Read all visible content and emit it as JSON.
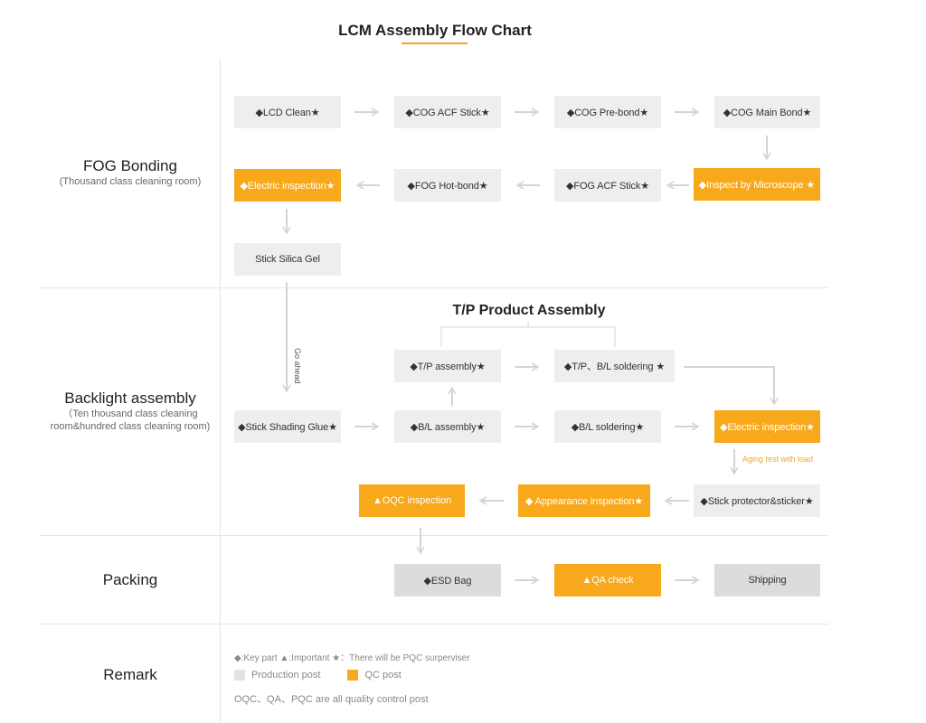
{
  "title": "LCM Assembly Flow Chart",
  "sections": {
    "fog": {
      "title": "FOG Bonding",
      "sub": "(Thousand class cleaning room)"
    },
    "backlight": {
      "title": "Backlight assembly",
      "sub1": "（Ten thousand class cleaning",
      "sub2": "room&hundred class cleaning room)"
    },
    "packing": {
      "title": "Packing"
    },
    "remark": {
      "title": "Remark"
    }
  },
  "steps": {
    "lcd_clean": "◆LCD Clean★",
    "cog_acf_stick": "◆COG ACF Stick★",
    "cog_pre_bond": "◆COG Pre-bond★",
    "cog_main_bond": "◆COG Main Bond★",
    "inspect_microscope": "◆Inspect by Microscope ★",
    "fog_acf_stick": "◆FOG ACF Stick★",
    "fog_hot_bond": "◆FOG Hot-bond★",
    "electric_inspection_1": "◆Electric inspection★",
    "stick_silica_gel": "Stick Silica Gel",
    "tp_assembly": "◆T/P assembly★",
    "tp_bl_soldering": "◆T/P、B/L soldering ★",
    "stick_shading_glue": "◆Stick Shading Glue★",
    "bl_assembly": "◆B/L assembly★",
    "bl_soldering": "◆B/L soldering★",
    "electric_inspection_2": "◆Electric inspection★",
    "stick_protector": "◆Stick protector&sticker★",
    "appearance_inspection": "◆ Appearance inspection★",
    "oqc_inspection": "▲OQC inspection",
    "esd_bag": "◆ESD Bag",
    "qa_check": "▲QA check",
    "shipping": "Shipping"
  },
  "tp_product_assembly": "T/P Product Assembly",
  "go_ahead": "Go ahead",
  "aging_test": "Aging test with load",
  "remark": {
    "line1": "◆:Key part   ▲:Important   ★：There will be PQC surperviser",
    "production_post": "Production post",
    "qc_post": "QC post",
    "line3": "OQC、QA、PQC are all quality control post"
  },
  "colors": {
    "qc": "#f8a81b",
    "production": "#eeeeee",
    "arrow": "#d4d4d4",
    "accent": "#f5a623"
  }
}
